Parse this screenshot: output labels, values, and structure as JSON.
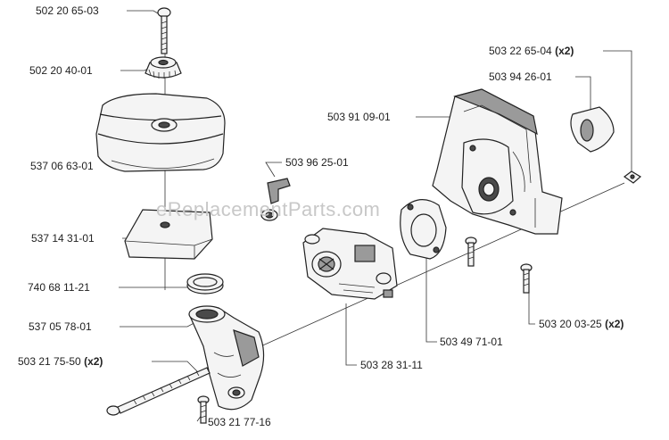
{
  "watermark": "eReplacementParts.com",
  "parts": [
    {
      "id": "p1",
      "number": "502 20 65-03",
      "qty": ""
    },
    {
      "id": "p2",
      "number": "502 20 40-01",
      "qty": ""
    },
    {
      "id": "p3",
      "number": "537 06 63-01",
      "qty": ""
    },
    {
      "id": "p4",
      "number": "537 14 31-01",
      "qty": ""
    },
    {
      "id": "p5",
      "number": "740 68 11-21",
      "qty": ""
    },
    {
      "id": "p6",
      "number": "537 05 78-01",
      "qty": ""
    },
    {
      "id": "p7",
      "number": "503 21 75-50",
      "qty": "(x2)"
    },
    {
      "id": "p8",
      "number": "503 21 77-16",
      "qty": ""
    },
    {
      "id": "p9",
      "number": "503 96 25-01",
      "qty": ""
    },
    {
      "id": "p10",
      "number": "503 91 09-01",
      "qty": ""
    },
    {
      "id": "p11",
      "number": "503 22 65-04",
      "qty": "(x2)"
    },
    {
      "id": "p12",
      "number": "503 94 26-01",
      "qty": ""
    },
    {
      "id": "p13",
      "number": "503 28 31-11",
      "qty": ""
    },
    {
      "id": "p14",
      "number": "503 49 71-01",
      "qty": ""
    },
    {
      "id": "p15",
      "number": "503 20 03-25",
      "qty": "(x2)"
    }
  ]
}
